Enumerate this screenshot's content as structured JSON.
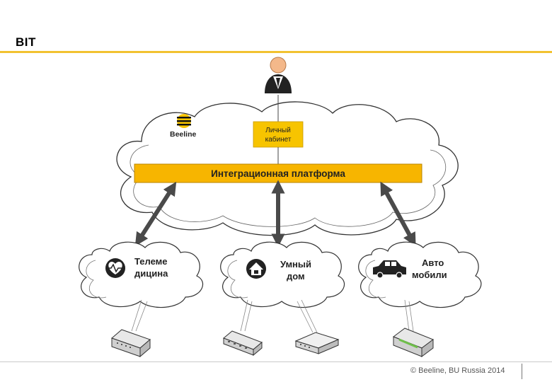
{
  "header": {
    "title": "BIT"
  },
  "diagram": {
    "brand_logo_text": "Beeline",
    "cabinet": {
      "line1": "Личный",
      "line2": "кабинет"
    },
    "platform_label": "Интеграционная платформа",
    "clouds": [
      {
        "line1": "Телеме",
        "line2": "дицина",
        "icon": "heart-pulse-icon"
      },
      {
        "line1": "Умный",
        "line2": "дом",
        "icon": "smart-home-icon"
      },
      {
        "line1": "Авто",
        "line2": "мобили",
        "icon": "car-icon"
      }
    ],
    "devices": [
      "gateway-device-icon",
      "switch-device-icon",
      "router-device-icon",
      "modem-device-icon"
    ]
  },
  "footer": {
    "copyright": "© Beeline, BU Russia 2014"
  },
  "colors": {
    "accent": "#f2c230",
    "platform_fill": "#f7b500",
    "cabinet_fill": "#f7c400"
  }
}
